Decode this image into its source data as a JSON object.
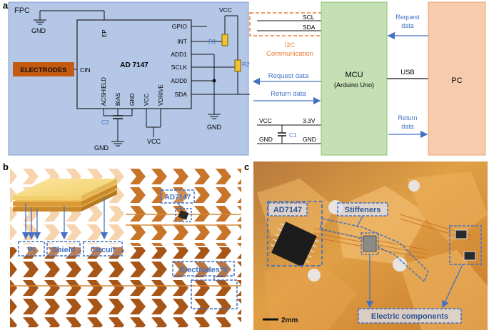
{
  "panel_a": {
    "letter": "a",
    "fpc_label": "FPC",
    "chip": {
      "name": "AD 7147",
      "pins_right": [
        "GPIO",
        "INT",
        "ADD1",
        "SCLK",
        "ADD0",
        "SDA"
      ],
      "pins_bottom": [
        "ACSHIELD",
        "BIAS",
        "GND",
        "VCC",
        "VDRIVE"
      ],
      "pin_ep": "EP",
      "pin_cin": "CIN"
    },
    "electrodes": "ELECTRODES",
    "gnd_top": "GND",
    "gnd_bottom_left": "GND",
    "gnd_bottom_mid": "GND",
    "vcc_top": "VCC",
    "vcc_bottom": "VCC",
    "r1": "R1",
    "r2": "R2",
    "c2": "C2",
    "c1": "C1",
    "i2c_scl": "SCL",
    "i2c_sda": "SDA",
    "i2c_comm_line1": "I2C",
    "i2c_comm_line2": "Communication",
    "request_data": "Request data",
    "return_data": "Return data",
    "power_vcc": "VCC",
    "power_3v3": "3.3V",
    "power_gnd_left": "GND",
    "power_gnd_right": "GND",
    "mcu_line1": "MCU",
    "mcu_line2": "(Arduino Uno)",
    "usb": "USB",
    "pc": "PC",
    "pc_request_1": "Request",
    "pc_request_2": "data",
    "pc_return_1": "Return",
    "pc_return_2": "data",
    "colors": {
      "fpc": "#b4c7e7",
      "mcu": "#c5e0b4",
      "pc": "#f8cbad",
      "electrodes": "#c55a11",
      "accent_blue": "#4472c4",
      "i2c_orange": "#ed7d31"
    }
  },
  "panel_b": {
    "letter": "b",
    "labels": [
      "PI",
      "Shield",
      "Circuit",
      "AD7147",
      "Electrodes*9"
    ]
  },
  "panel_c": {
    "letter": "c",
    "labels": [
      "AD7147",
      "Stiffeners",
      "Electric components"
    ],
    "scale": "2mm"
  }
}
